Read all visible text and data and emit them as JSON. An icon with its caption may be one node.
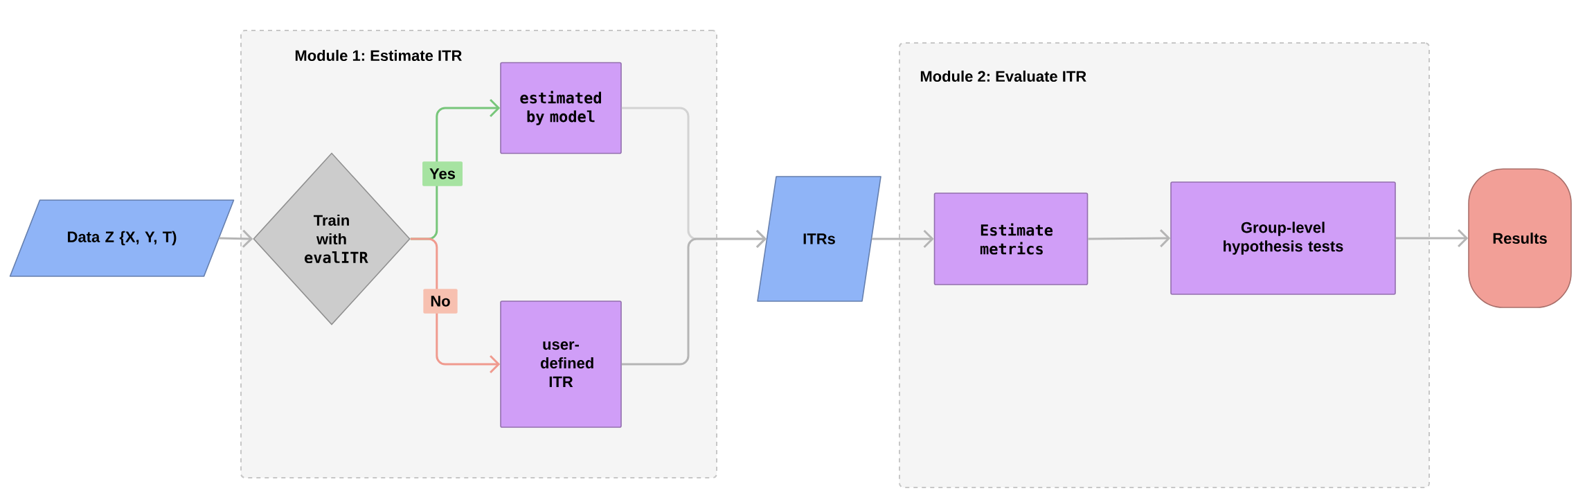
{
  "diagram": {
    "nodes": [
      {
        "text": [
          "Data Z {X, Y, T)"
        ]
      },
      {
        "text": [
          "Module 1: Estimate ITR"
        ]
      },
      {
        "text": [
          "Train with",
          "evalITR"
        ],
        "in": 1
      },
      {
        "text": [
          "estimated by model"
        ],
        "in": 1
      },
      {
        "text": [
          "user-defined ITR"
        ],
        "in": 1
      },
      {
        "text": [
          "ITRs"
        ]
      },
      {
        "text": [
          "Module 2: Evaluate ITR"
        ]
      },
      {
        "text": [
          "Estimate metrics"
        ],
        "in": 6
      },
      {
        "text": [
          "Group-level hypothesis tests"
        ],
        "in": 6
      },
      {
        "text": [
          "Results"
        ]
      }
    ],
    "edges": [
      {
        "from": 0,
        "to": 2,
        "arrow": "to"
      },
      {
        "from": 2,
        "to": 3,
        "arrow": "to",
        "label": "Yes",
        "color": "#77c67a"
      },
      {
        "from": 2,
        "to": 4,
        "arrow": "to",
        "label": "No",
        "color": "#f09a8e"
      },
      {
        "from": 3,
        "to": 5,
        "arrow": "to",
        "color": "#d3d3d3"
      },
      {
        "from": 4,
        "to": 5,
        "arrow": "to"
      },
      {
        "from": 5,
        "to": 7,
        "arrow": "to"
      },
      {
        "from": 7,
        "to": 8,
        "arrow": "to"
      },
      {
        "from": 8,
        "to": 9,
        "arrow": "to"
      }
    ]
  }
}
